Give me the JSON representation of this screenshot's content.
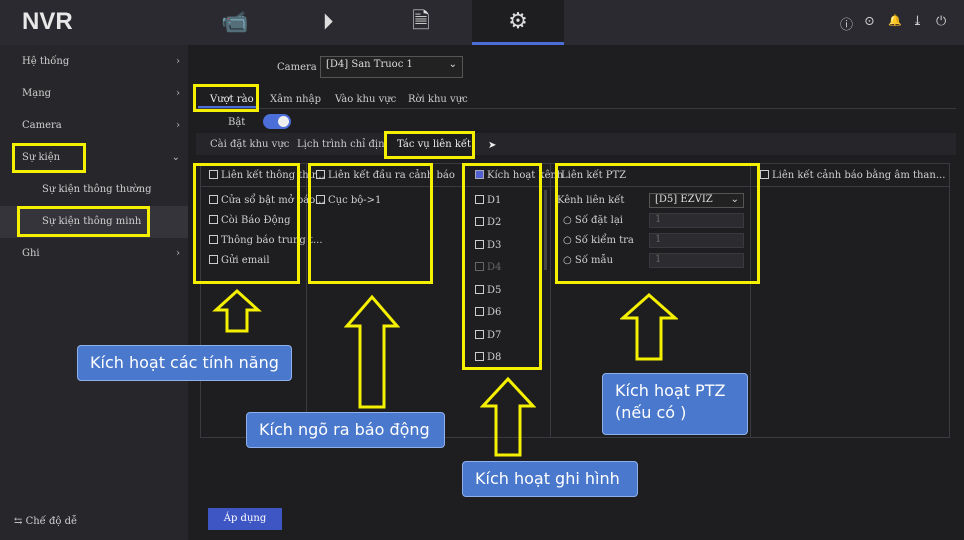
{
  "header": {
    "logo": "NVR",
    "nav": [
      {
        "icon": "camera-icon",
        "glyph": "📹"
      },
      {
        "icon": "playback-icon",
        "glyph": "⏵"
      },
      {
        "icon": "search-file-icon",
        "glyph": "🗎"
      },
      {
        "icon": "gear-icon",
        "glyph": "⚙"
      }
    ],
    "tools": [
      {
        "icon": "info-icon",
        "glyph": "ⓘ"
      },
      {
        "icon": "record-icon",
        "glyph": "⊙"
      },
      {
        "icon": "bell-icon",
        "glyph": "🔔"
      },
      {
        "icon": "download-icon",
        "glyph": "⤓"
      },
      {
        "icon": "power-icon",
        "glyph": "⏻"
      }
    ]
  },
  "sidebar": {
    "items": [
      {
        "label": "Hệ thống"
      },
      {
        "label": "Mạng"
      },
      {
        "label": "Camera"
      },
      {
        "label": "Sự kiện"
      },
      {
        "label": "Sự kiện thông thường"
      },
      {
        "label": "Sự kiện thông minh"
      },
      {
        "label": "Ghi"
      }
    ],
    "mode": "Chế độ dễ"
  },
  "camera": {
    "label": "Camera",
    "value": "[D4] San Truoc 1"
  },
  "tabs": [
    "Vượt rào",
    "Xâm nhập",
    "Vào khu vực",
    "Rời khu vực"
  ],
  "enable_label": "Bật",
  "subtabs": [
    "Cài đặt khu vực",
    "Lịch trình chỉ định",
    "Tác vụ liên kết"
  ],
  "col1": {
    "header": "Liên kết thông thư...",
    "items": [
      "Cửa sổ bật mở báo...",
      "Còi Báo Động",
      "Thông báo trung t...",
      "Gửi email"
    ]
  },
  "col2": {
    "header": "Liên kết đầu ra cảnh báo",
    "items": [
      "Cục bộ->1"
    ]
  },
  "col3": {
    "header": "Kích hoạt kênh",
    "items": [
      "D1",
      "D2",
      "D3",
      "D4",
      "D5",
      "D6",
      "D7",
      "D8"
    ]
  },
  "ptz": {
    "header": "Liên kết PTZ",
    "channel_label": "Kênh liên kết",
    "channel_value": "[D5] EZVIZ",
    "rows": [
      {
        "label": "Số đặt lại",
        "value": "1"
      },
      {
        "label": "Số kiểm tra",
        "value": "1"
      },
      {
        "label": "Số mẫu",
        "value": "1"
      }
    ]
  },
  "col5": {
    "header": "Liên kết cảnh báo bằng âm than..."
  },
  "apply": "Áp dụng",
  "callouts": [
    "Kích hoạt các tính năng",
    "Kích ngõ ra báo động",
    "Kích hoạt ghi hình",
    "Kích hoạt PTZ",
    "(nếu có )"
  ]
}
